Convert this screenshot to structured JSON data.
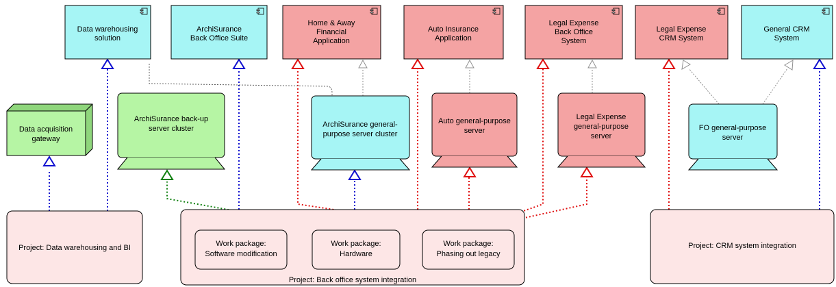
{
  "colors": {
    "cyan": "#a6f5f5",
    "red": "#f4a3a3",
    "green": "#b6f5a4",
    "pink": "#fde6e6",
    "blue_link": "#1010d0",
    "red_link": "#e01010",
    "green_link": "#108010",
    "gray_link": "#909090"
  },
  "components": {
    "data_warehousing": [
      "Data warehousing",
      "solution"
    ],
    "archisurance_bo": [
      "ArchiSurance",
      "Back Office Suite"
    ],
    "home_away": [
      "Home & Away",
      "Financial",
      "Application"
    ],
    "auto_insurance": [
      "Auto Insurance",
      "Application"
    ],
    "legal_expense_bo": [
      "Legal Expense",
      "Back Office",
      "System"
    ],
    "legal_expense_crm": [
      "Legal Expense",
      "CRM System"
    ],
    "general_crm": [
      "General CRM",
      "System"
    ]
  },
  "devices": {
    "backup_cluster": [
      "ArchiSurance back-up",
      "server cluster"
    ],
    "general_cluster": [
      "ArchiSurance general-",
      "purpose server cluster"
    ],
    "auto_server": [
      "Auto general-purpose",
      "server"
    ],
    "legal_server": [
      "Legal Expense",
      "general-purpose",
      "server"
    ],
    "fo_server": [
      "FO general-purpose",
      "server"
    ]
  },
  "nodes": {
    "data_acquisition": [
      "Data acquisition",
      "gateway"
    ]
  },
  "projects": {
    "data_warehousing_bi": "Project: Data warehousing and BI",
    "back_office": "Project: Back office system integration",
    "crm": "Project: CRM system integration"
  },
  "work_packages": {
    "software": [
      "Work package:",
      "Software modification"
    ],
    "hardware": [
      "Work package:",
      "Hardware"
    ],
    "phasing": [
      "Work package:",
      "Phasing out legacy"
    ]
  }
}
